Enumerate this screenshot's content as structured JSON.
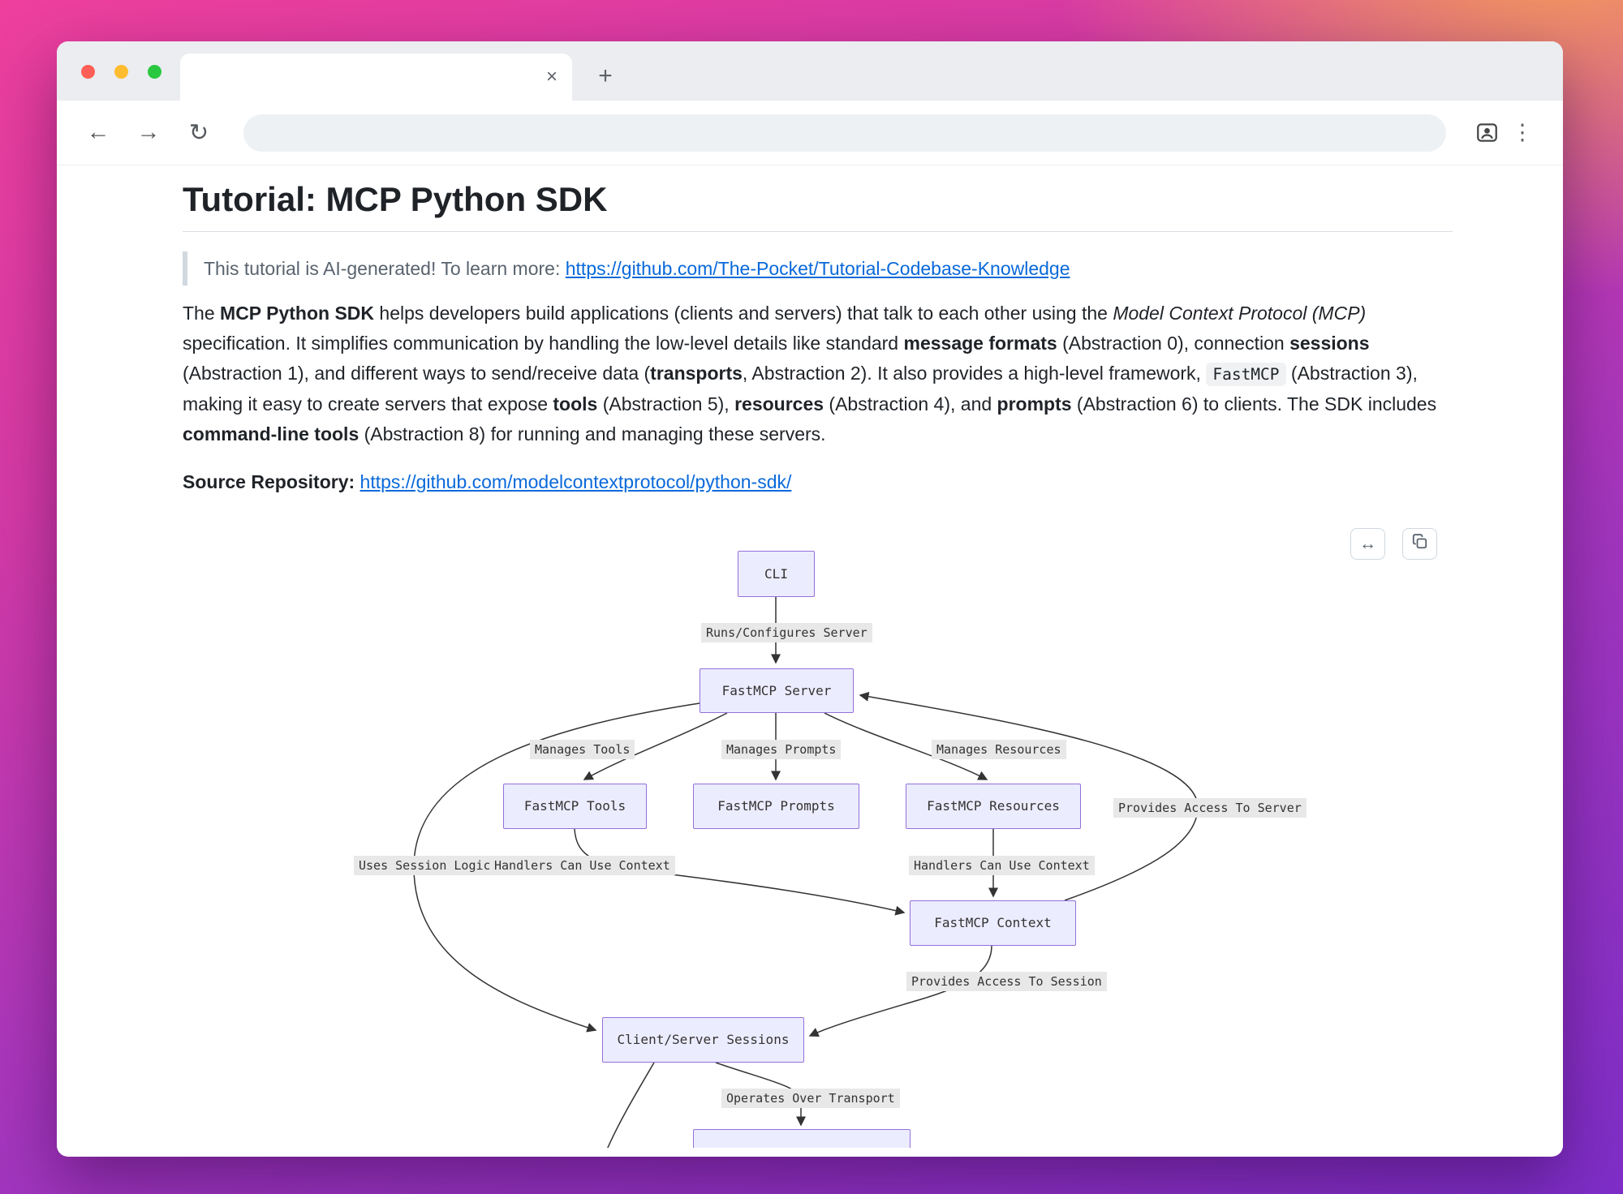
{
  "browser": {
    "tab": {
      "title": "",
      "close_glyph": "×",
      "new_tab_glyph": "+"
    },
    "nav": {
      "back_glyph": "←",
      "forward_glyph": "→",
      "reload_glyph": "↻",
      "menu_glyph": "⋮"
    },
    "address": {
      "value": "",
      "placeholder": ""
    }
  },
  "page": {
    "title": "Tutorial: MCP Python SDK",
    "note": {
      "text": "This tutorial is AI-generated! To learn more: ",
      "link_text": "https://github.com/The-Pocket/Tutorial-Codebase-Knowledge"
    },
    "intro_segments": [
      {
        "t": "The ",
        "s": "n"
      },
      {
        "t": "MCP Python SDK",
        "s": "b"
      },
      {
        "t": " helps developers build applications (clients and servers) that talk to each other using the ",
        "s": "n"
      },
      {
        "t": "Model Context Protocol (MCP)",
        "s": "i"
      },
      {
        "t": " specification. It simplifies communication by handling the low-level details like standard ",
        "s": "n"
      },
      {
        "t": "message formats",
        "s": "b"
      },
      {
        "t": " (Abstraction 0), connection ",
        "s": "n"
      },
      {
        "t": "sessions",
        "s": "b"
      },
      {
        "t": " (Abstraction 1), and different ways to send/receive data (",
        "s": "n"
      },
      {
        "t": "transports",
        "s": "b"
      },
      {
        "t": ", Abstraction 2). It also provides a high-level framework, ",
        "s": "n"
      },
      {
        "t": "FastMCP",
        "s": "c"
      },
      {
        "t": " (Abstraction 3), making it easy to create servers that expose ",
        "s": "n"
      },
      {
        "t": "tools",
        "s": "b"
      },
      {
        "t": " (Abstraction 5), ",
        "s": "n"
      },
      {
        "t": "resources",
        "s": "b"
      },
      {
        "t": " (Abstraction 4), and ",
        "s": "n"
      },
      {
        "t": "prompts",
        "s": "b"
      },
      {
        "t": " (Abstraction 6) to clients. The SDK includes ",
        "s": "n"
      },
      {
        "t": "command-line tools",
        "s": "b"
      },
      {
        "t": " (Abstraction 8) for running and managing these servers.",
        "s": "n"
      }
    ],
    "source": {
      "label": "Source Repository: ",
      "link_text": "https://github.com/modelcontextprotocol/python-sdk/"
    }
  },
  "diagram": {
    "controls": {
      "expand_glyph": "↔"
    },
    "nodes": {
      "cli": "CLI",
      "server": "FastMCP Server",
      "tools": "FastMCP Tools",
      "prompts": "FastMCP Prompts",
      "resources": "FastMCP Resources",
      "context": "FastMCP Context",
      "sessions": "Client/Server Sessions"
    },
    "edge_labels": {
      "runs_configures": "Runs/Configures Server",
      "manages_tools": "Manages Tools",
      "manages_prompts": "Manages Prompts",
      "manages_resources": "Manages Resources",
      "provides_access_server": "Provides Access To Server",
      "uses_session_logic": "Uses Session Logic",
      "handlers_context_left": "Handlers Can Use Context",
      "handlers_context_right": "Handlers Can Use Context",
      "provides_access_session": "Provides Access To Session",
      "operates_over_transport": "Operates Over Transport"
    },
    "colors": {
      "node_fill": "#ECECFF",
      "node_border": "#9370DB",
      "edge_label_bg": "#e8e8e8",
      "edge_stroke": "#333333",
      "link_blue": "#0969da"
    }
  }
}
